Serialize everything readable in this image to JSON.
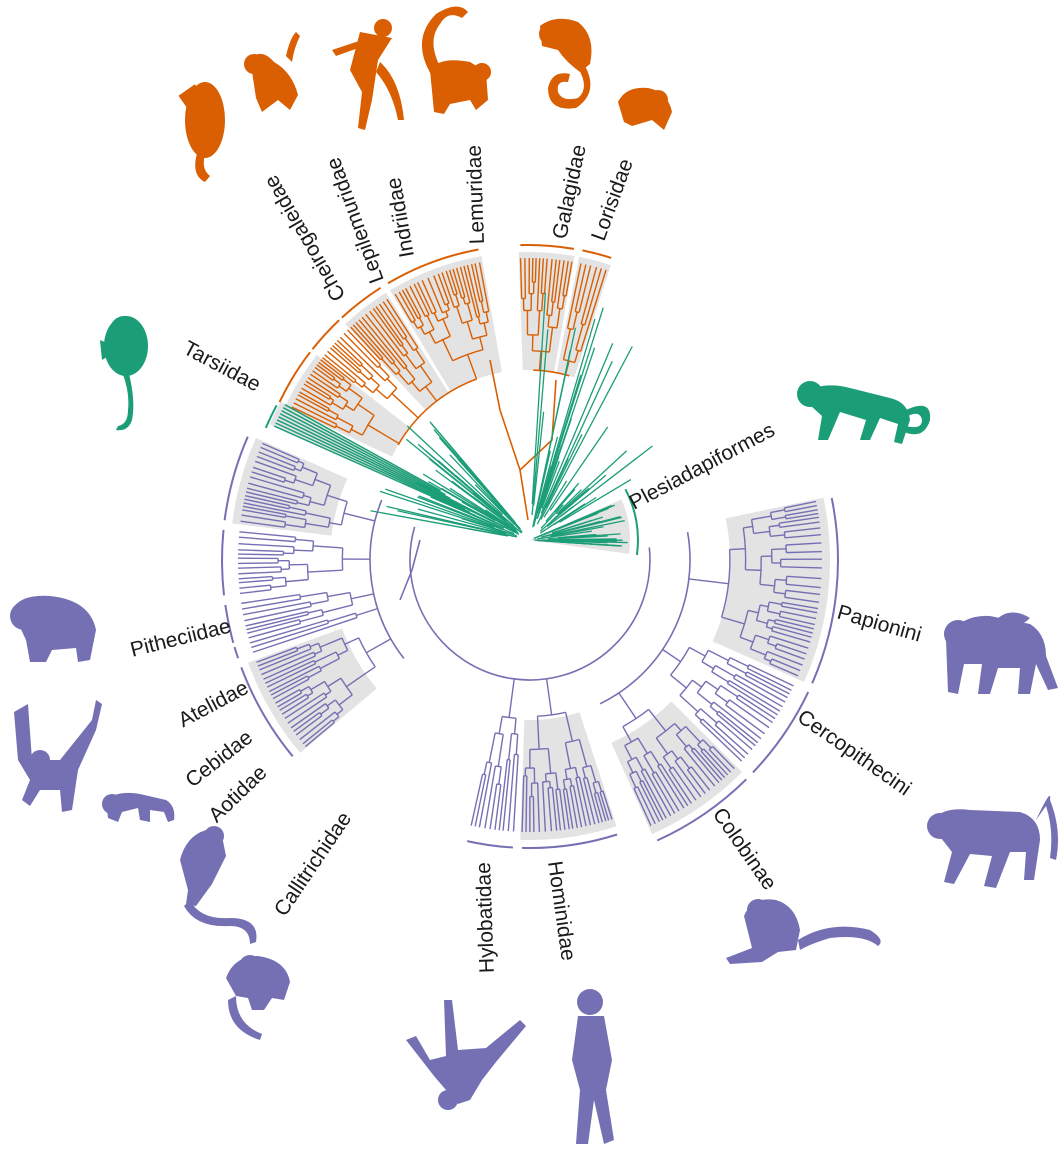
{
  "colors": {
    "strepsirrhini": "#d95f02",
    "stem_and_tarsiers": "#1b9e77",
    "anthropoids": "#7570b3",
    "highlight": "#e3e3e3"
  },
  "clades": [
    {
      "id": "cheirogaleidae",
      "label": "Cheirogaleidae",
      "group": "strepsirrhini",
      "silhouette": "mouse-lemur-silhouette"
    },
    {
      "id": "lepilemuridae",
      "label": "Lepilemuridae",
      "group": "strepsirrhini",
      "silhouette": "sportive-lemur-silhouette"
    },
    {
      "id": "indriidae",
      "label": "Indriidae",
      "group": "strepsirrhini",
      "silhouette": "sifaka-silhouette"
    },
    {
      "id": "lemuridae",
      "label": "Lemuridae",
      "group": "strepsirrhini",
      "silhouette": "ring-tailed-lemur-silhouette"
    },
    {
      "id": "galagidae",
      "label": "Galagidae",
      "group": "strepsirrhini",
      "silhouette": "galago-silhouette"
    },
    {
      "id": "lorisidae",
      "label": "Lorisidae",
      "group": "strepsirrhini",
      "silhouette": "loris-silhouette"
    },
    {
      "id": "tarsiidae",
      "label": "Tarsiidae",
      "group": "stem_and_tarsiers",
      "silhouette": "tarsier-silhouette"
    },
    {
      "id": "plesiadapiformes",
      "label": "Plesiadapiformes",
      "group": "stem_and_tarsiers",
      "silhouette": "plesiadapiform-silhouette"
    },
    {
      "id": "pitheciidae",
      "label": "Pitheciidae",
      "group": "anthropoids",
      "silhouette": "saki-silhouette"
    },
    {
      "id": "atelidae",
      "label": "Atelidae",
      "group": "anthropoids",
      "silhouette": "spider-monkey-silhouette"
    },
    {
      "id": "cebidae",
      "label": "Cebidae",
      "group": "anthropoids",
      "silhouette": "capuchin-silhouette"
    },
    {
      "id": "aotidae",
      "label": "Aotidae",
      "group": "anthropoids",
      "silhouette": "night-monkey-silhouette"
    },
    {
      "id": "callitrichidae",
      "label": "Callitrichidae",
      "group": "anthropoids",
      "silhouette": "marmoset-silhouette"
    },
    {
      "id": "hylobatidae",
      "label": "Hylobatidae",
      "group": "anthropoids",
      "silhouette": "gibbon-silhouette"
    },
    {
      "id": "hominidae",
      "label": "Hominidae",
      "group": "anthropoids",
      "silhouette": "human-silhouette"
    },
    {
      "id": "colobinae",
      "label": "Colobinae",
      "group": "anthropoids",
      "silhouette": "colobus-silhouette"
    },
    {
      "id": "cercopithecini",
      "label": "Cercopithecini",
      "group": "anthropoids",
      "silhouette": "guenon-silhouette"
    },
    {
      "id": "papionini",
      "label": "Papionini",
      "group": "anthropoids",
      "silhouette": "baboon-silhouette"
    }
  ]
}
